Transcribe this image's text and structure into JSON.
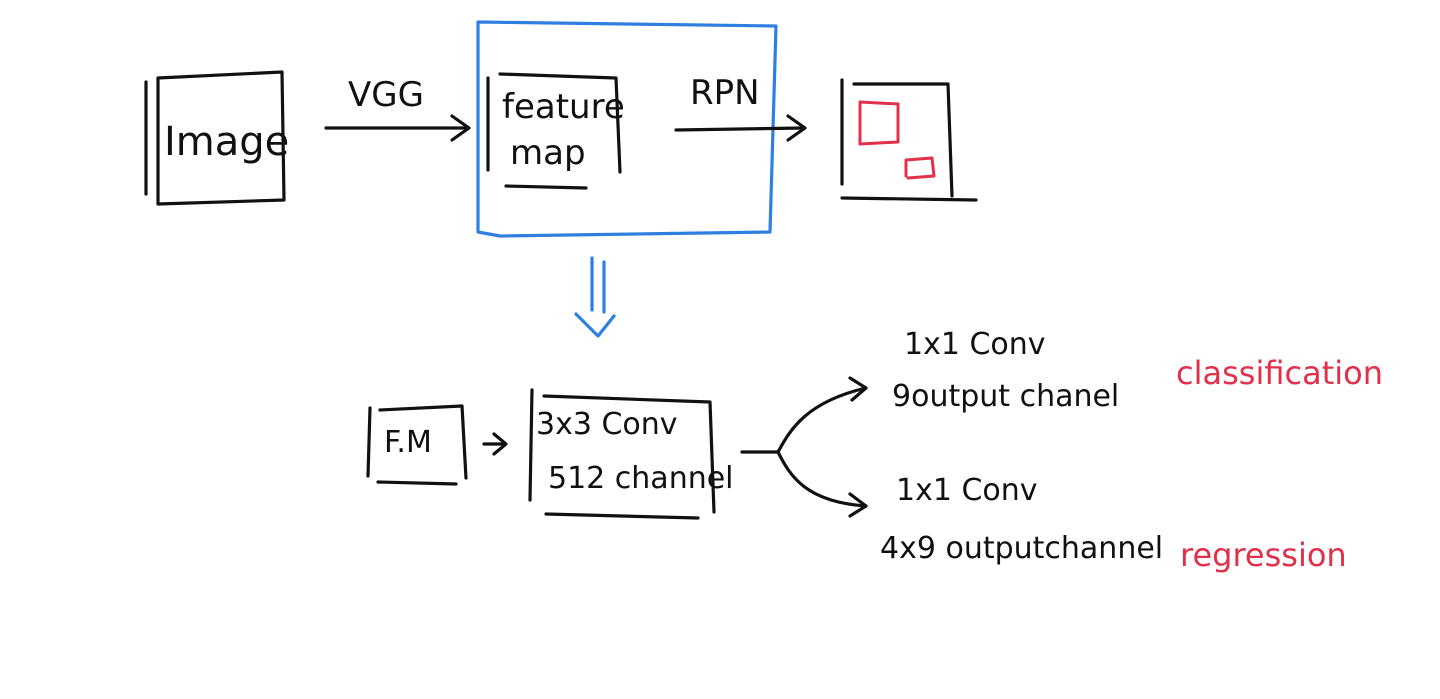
{
  "colors": {
    "ink": "#111111",
    "highlight_box": "#2f7fe0",
    "annotation": "#e0304a"
  },
  "top_row": {
    "image_label": "Image",
    "vgg_label": "VGG",
    "feature_map_line1": "feature",
    "feature_map_line2": "map",
    "rpn_label": "RPN"
  },
  "bottom_row": {
    "fm_label": "F.M",
    "conv3_line1": "3x3 Conv",
    "conv3_line2": "512 channel",
    "cls_line1": "1x1 Conv",
    "cls_line2": "9output chanel",
    "cls_annotation": "classification",
    "reg_line1": "1x1 Conv",
    "reg_line2": "4x9 outputchannel",
    "reg_annotation": "regression"
  },
  "icons": {
    "down_arrow": "double-down-arrow-icon",
    "proposal_boxes": "bounding-boxes-icon"
  }
}
